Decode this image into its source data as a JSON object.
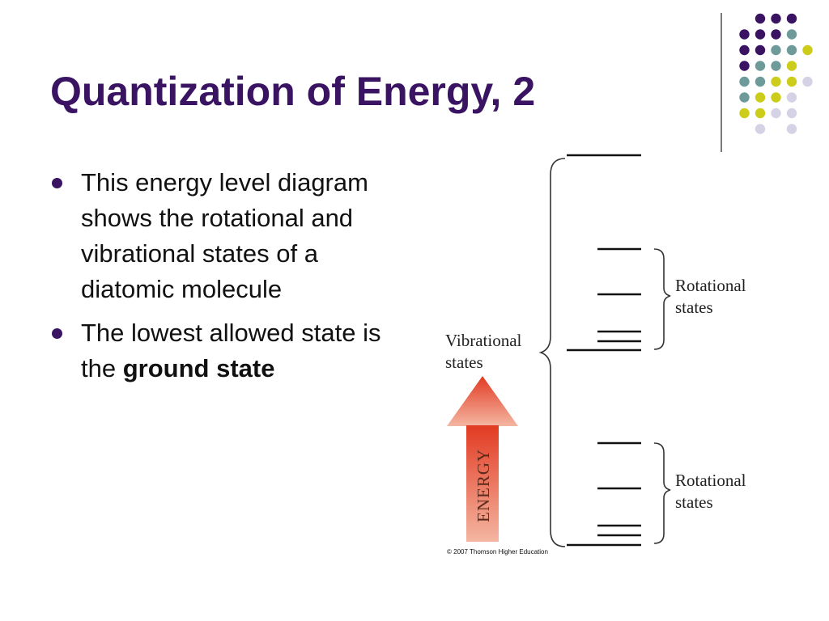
{
  "slide": {
    "title": "Quantization of Energy, 2"
  },
  "bullets": [
    {
      "pre": "This energy level diagram shows the rotational and vibrational states of a diatomic molecule",
      "bold": "",
      "post": ""
    },
    {
      "pre": "The lowest allowed state is the ",
      "bold": "ground state",
      "post": ""
    }
  ],
  "diagram": {
    "vibrational_label_line1": "Vibrational",
    "vibrational_label_line2": "states",
    "rotational_upper_line1": "Rotational",
    "rotational_upper_line2": "states",
    "rotational_lower_line1": "Rotational",
    "rotational_lower_line2": "states",
    "arrow_label": "ENERGY",
    "credit": "© 2007 Thomson Higher Education",
    "arrow_color_top": "#e23a22",
    "arrow_color_bottom": "#f4b6a2"
  },
  "decor": {
    "icon": "dot-grid-logo",
    "colors": {
      "purple": "#3a1463",
      "teal": "#6e9a9a",
      "yellow": "#cccc1a",
      "lavender": "#d4d2e4"
    }
  }
}
